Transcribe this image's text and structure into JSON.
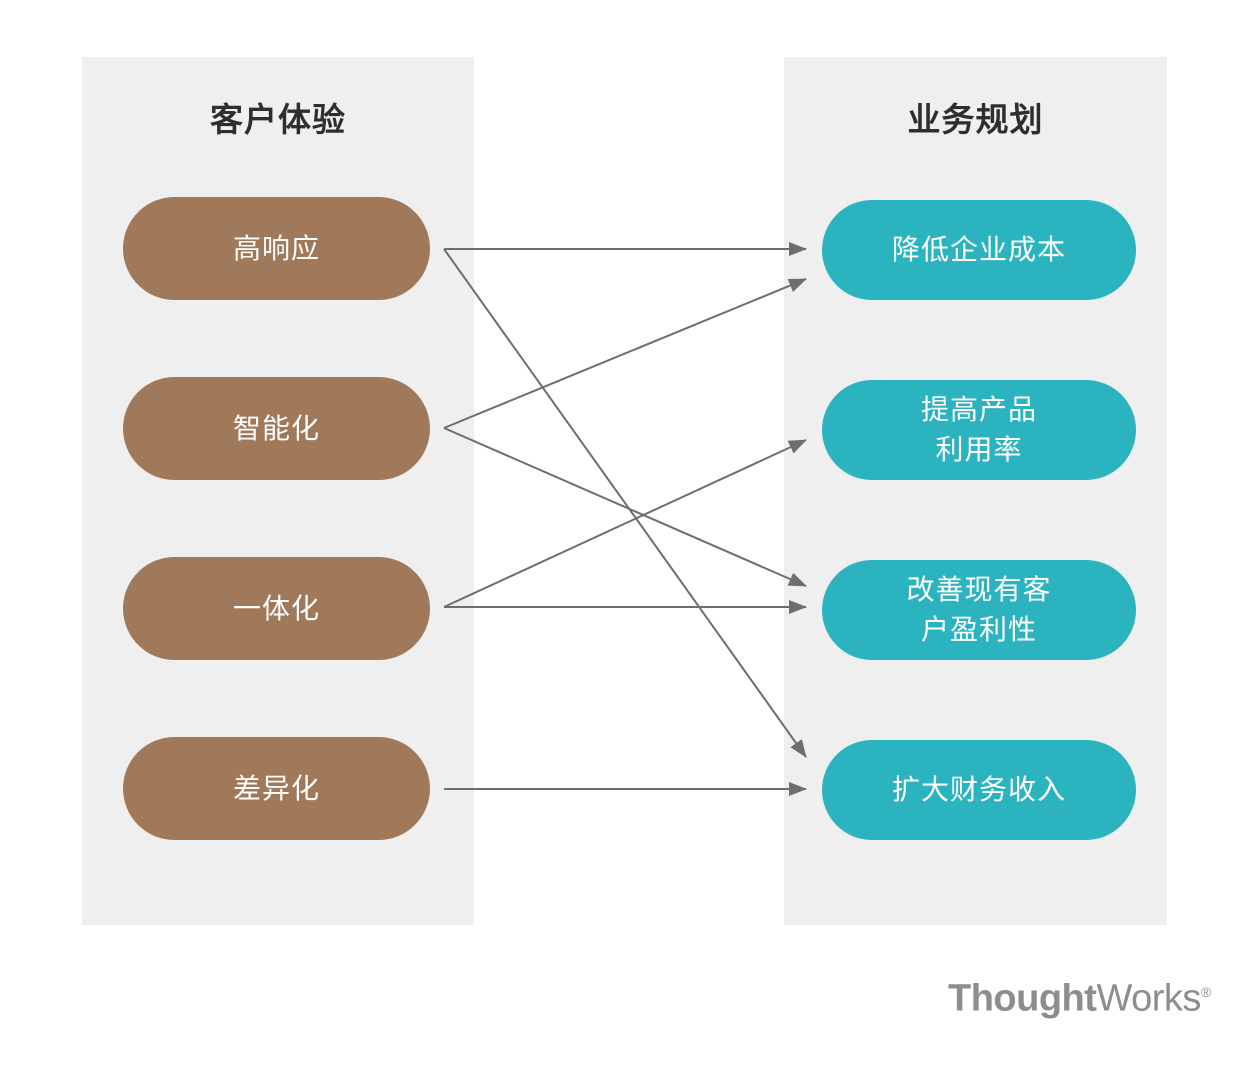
{
  "columns": {
    "left": {
      "title": "客户体验"
    },
    "right": {
      "title": "业务规划"
    }
  },
  "left_nodes": [
    {
      "id": "high-response",
      "label": "高响应"
    },
    {
      "id": "intelligence",
      "label": "智能化"
    },
    {
      "id": "integration",
      "label": "一体化"
    },
    {
      "id": "differentiation",
      "label": "差异化"
    }
  ],
  "right_nodes": [
    {
      "id": "reduce-enterprise-cost",
      "label": "降低企业成本"
    },
    {
      "id": "increase-product-utilization",
      "label": "提高产品\n利用率"
    },
    {
      "id": "improve-customer-profitability",
      "label": "改善现有客\n户盈利性"
    },
    {
      "id": "expand-financial-revenue",
      "label": "扩大财务收入"
    }
  ],
  "connections": [
    {
      "from": "high-response",
      "to": "reduce-enterprise-cost"
    },
    {
      "from": "high-response",
      "to": "expand-financial-revenue"
    },
    {
      "from": "intelligence",
      "to": "reduce-enterprise-cost"
    },
    {
      "from": "intelligence",
      "to": "improve-customer-profitability"
    },
    {
      "from": "integration",
      "to": "increase-product-utilization"
    },
    {
      "from": "integration",
      "to": "improve-customer-profitability"
    },
    {
      "from": "differentiation",
      "to": "expand-financial-revenue"
    }
  ],
  "logo": {
    "part1": "Thought",
    "part2": "Works",
    "trademark": "®"
  },
  "colors": {
    "panel": "#efefef",
    "left_node": "#a0785a",
    "right_node": "#2bb3c0",
    "arrow": "#6e6e6e",
    "title_text": "#2e2e2e",
    "node_text": "#ffffff",
    "logo_text": "#8d8d8d",
    "background": "#ffffff"
  }
}
